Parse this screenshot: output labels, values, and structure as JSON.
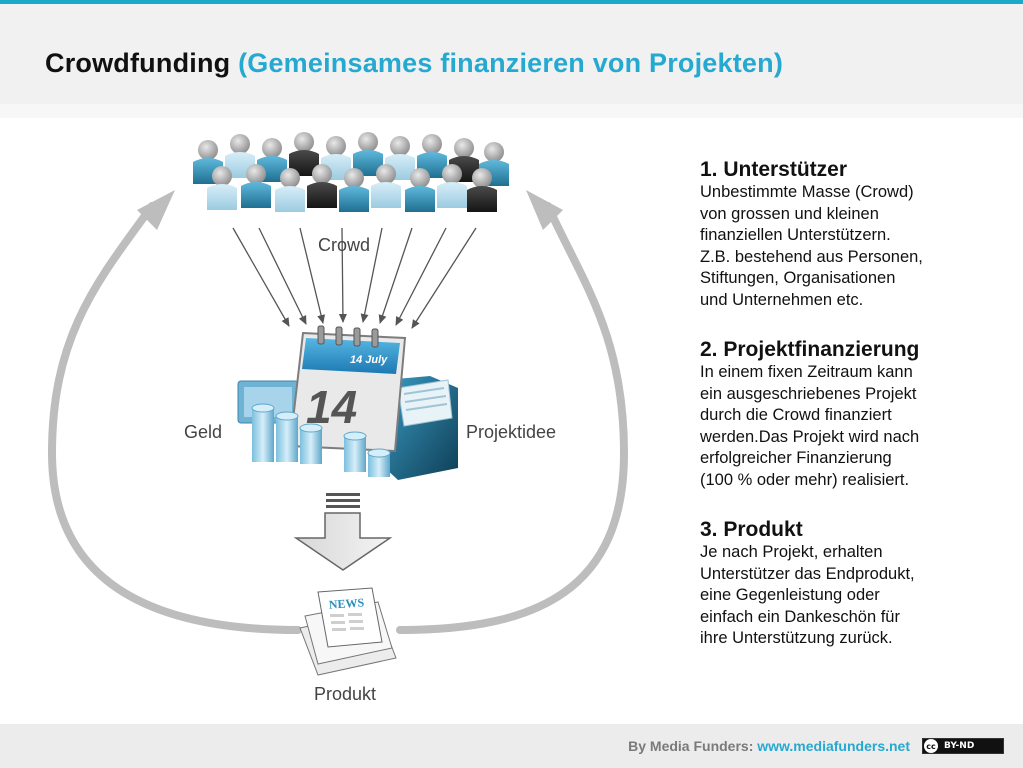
{
  "header": {
    "title_main": "Crowdfunding",
    "title_sub": "(Gemeinsames finanzieren von Projekten)"
  },
  "diagram": {
    "labels": {
      "crowd": "Crowd",
      "money": "Geld",
      "idea": "Projektidee",
      "product": "Produkt"
    },
    "calendar": {
      "day": "14",
      "month": "14 July"
    },
    "news_label": "NEWS",
    "icons": [
      "crowd-icon",
      "calendar-icon",
      "coins-icon",
      "folder-icon",
      "newspaper-icon",
      "arrow-down-icon"
    ],
    "colors": {
      "arrow_gray": "#bdbdbd",
      "person_blue": "#2f8fb5",
      "coin_blue": "#8fc9e3"
    }
  },
  "sections": [
    {
      "title": "1. Unterstützer",
      "lines": [
        "Unbestimmte Masse (Crowd)",
        "von grossen und kleinen",
        "finanziellen Unterstützern.",
        "Z.B. bestehend aus Personen,",
        "Stiftungen, Organisationen",
        "und Unternehmen etc."
      ]
    },
    {
      "title": "2. Projektfinanzierung",
      "lines": [
        "In einem fixen Zeitraum kann",
        "ein ausgeschriebenes Projekt",
        "durch die Crowd finanziert",
        "werden.Das Projekt wird nach",
        "erfolgreicher Finanzierung",
        "(100 % oder mehr) realisiert."
      ]
    },
    {
      "title": "3. Produkt",
      "lines": [
        "Je nach Projekt, erhalten",
        "Unterstützer das Endprodukt,",
        "eine Gegenleistung oder",
        "einfach ein Dankeschön für",
        "ihre Unterstützung zurück."
      ]
    }
  ],
  "footer": {
    "credit_prefix": "By Media Funders:",
    "credit_url": "www.mediafunders.net",
    "license": "BY-ND",
    "cc_symbol": "cc"
  },
  "theme": {
    "accent": "#26a9d1",
    "topbar": "#1da7c9"
  }
}
